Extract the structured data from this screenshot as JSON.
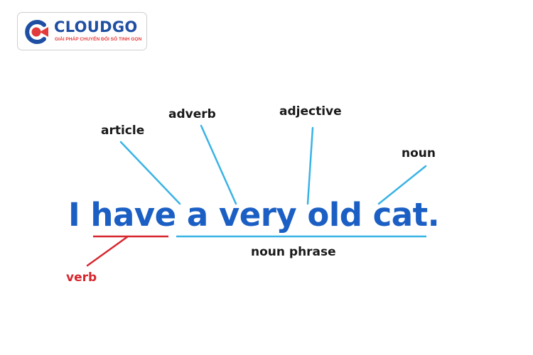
{
  "logo": {
    "name": "CLOUDGO",
    "tagline": "GIẢI PHÁP CHUYỂN ĐỔI SỐ TINH GỌN",
    "colors": {
      "brand_blue": "#1f4fa3",
      "brand_red": "#e23b3b"
    }
  },
  "diagram": {
    "sentence": "I have a very old cat.",
    "labels": {
      "article": "article",
      "adverb": "adverb",
      "adjective": "adjective",
      "noun": "noun",
      "noun_phrase": "noun phrase",
      "verb": "verb"
    },
    "colors": {
      "sentence": "#1b5fc4",
      "connector": "#39b3e6",
      "verb": "#d7262e",
      "label": "#1a1a1a"
    }
  }
}
